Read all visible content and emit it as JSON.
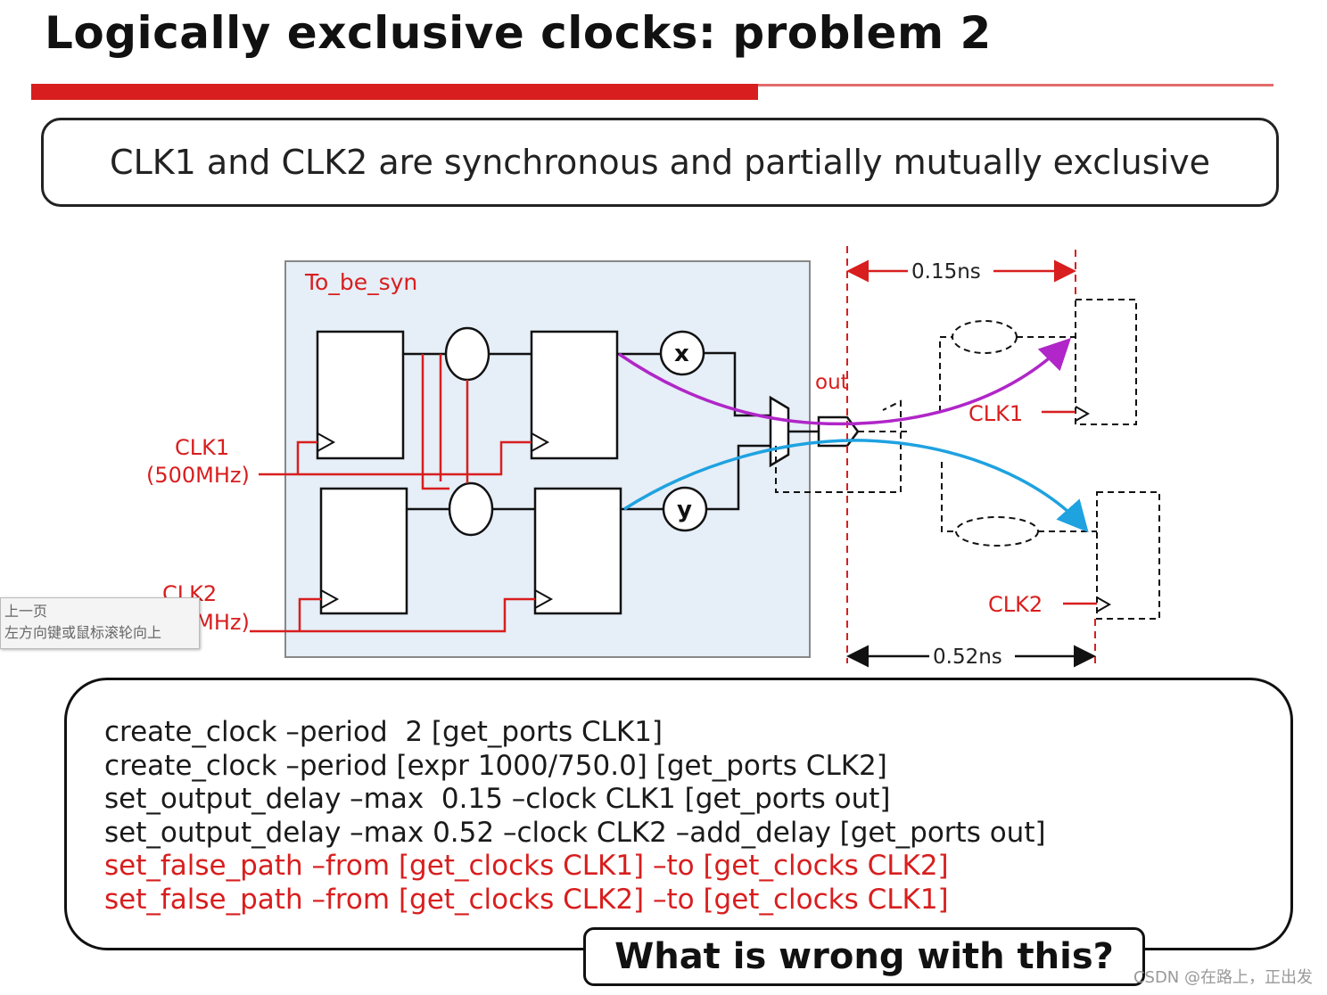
{
  "title": "Logically exclusive clocks: problem 2",
  "banner": "CLK1 and CLK2 are synchronous and partially mutually exclusive",
  "diagram": {
    "module_label": "To_be_syn",
    "clk1_label": "CLK1",
    "clk1_freq": "(500MHz)",
    "clk2_label": "CLK2",
    "clk2_freq": "(750MHz)",
    "gate_x": "x",
    "gate_y": "y",
    "out_label": "out",
    "delay_1": "0.15ns",
    "delay_2": "0.52ns",
    "ext_clk1": "CLK1",
    "ext_clk2": "CLK2",
    "colors": {
      "red": "#d81e1e",
      "magenta": "#b026c8",
      "cyan": "#1fa2e0",
      "box_fill": "#e6eef7"
    }
  },
  "code": {
    "lines": [
      "create_clock –period  2 [get_ports CLK1]",
      "create_clock –period [expr 1000/750.0] [get_ports CLK2]",
      "set_output_delay –max  0.15 –clock CLK1 [get_ports out]",
      "set_output_delay –max 0.52 –clock CLK2 –add_delay [get_ports out]"
    ],
    "red_lines": [
      "set_false_path –from [get_clocks CLK1] –to [get_clocks CLK2]",
      "set_false_path –from [get_clocks CLK2] –to [get_clocks CLK1]"
    ]
  },
  "question": "What is wrong with this?",
  "popup": {
    "line1": "上一页",
    "line2": "左方向键或鼠标滚轮向上"
  },
  "watermark": "CSDN @在路上，正出发"
}
